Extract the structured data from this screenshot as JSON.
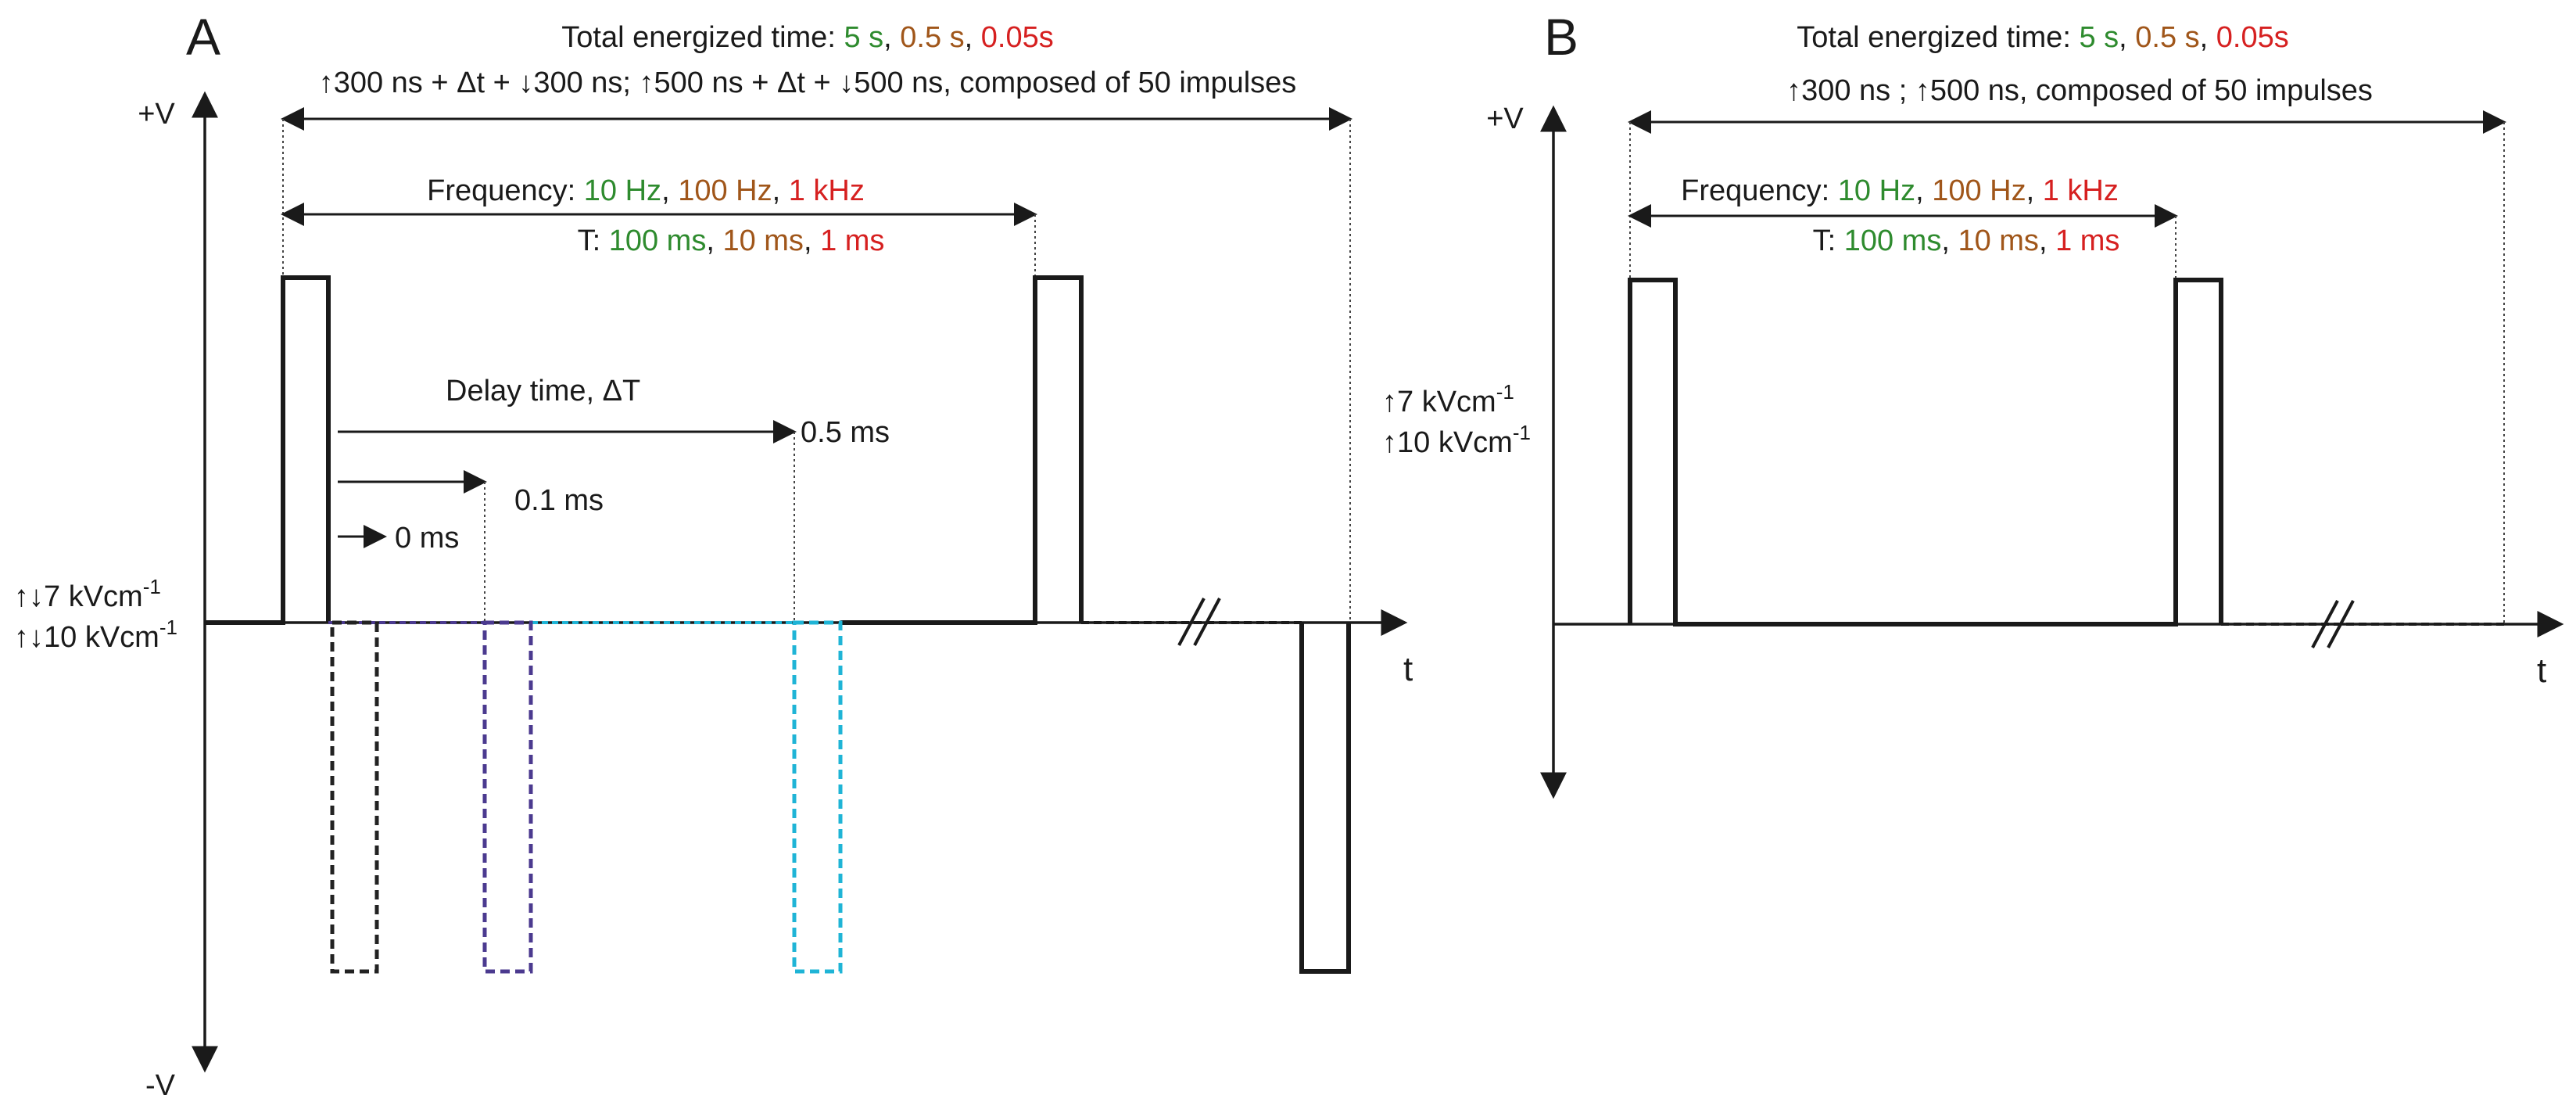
{
  "colors": {
    "text": "#1a1a1a",
    "green": "#2e8b2e",
    "brown": "#a0561a",
    "red": "#d62020",
    "black_dash": "#222222",
    "purple_dash": "#4b3a8f",
    "cyan_dash": "#1fb4d6",
    "dotted": "#444444"
  },
  "panel_a": {
    "letter": "A",
    "total_time": {
      "prefix": "Total energized time: ",
      "v1": "5 s",
      "sep1": ", ",
      "v2": "0.5 s",
      "sep2": ", ",
      "v3": "0.05s"
    },
    "pulse_spec": "↑300 ns + Δt + ↓300 ns; ↑500 ns + Δt + ↓500 ns, composed of 50 impulses",
    "frequency": {
      "prefix": "Frequency: ",
      "v1": "10 Hz",
      "sep1": ", ",
      "v2": "100 Hz",
      "sep2": ", ",
      "v3": "1 kHz"
    },
    "period": {
      "prefix": "T: ",
      "v1": "100 ms",
      "sep1": ", ",
      "v2": "10 ms",
      "sep2": ", ",
      "v3": "1 ms"
    },
    "delay_title": "Delay time, ΔT",
    "delays": [
      "0 ms",
      "0.1 ms",
      "0.5 ms"
    ],
    "y_pos": "+V",
    "y_neg": "-V",
    "x_axis": "t",
    "field_1": "↑↓7 kVcm",
    "field_2": "↑↓10 kVcm",
    "field_sup": "-1"
  },
  "panel_b": {
    "letter": "B",
    "total_time": {
      "prefix": "Total energized time: ",
      "v1": "5 s",
      "sep1": ", ",
      "v2": "0.5 s",
      "sep2": ", ",
      "v3": "0.05s"
    },
    "pulse_spec": "↑300 ns ; ↑500 ns, composed of 50 impulses",
    "frequency": {
      "prefix": "Frequency: ",
      "v1": "10 Hz",
      "sep1": ", ",
      "v2": "100 Hz",
      "sep2": ", ",
      "v3": "1 kHz"
    },
    "period": {
      "prefix": "T: ",
      "v1": "100 ms",
      "sep1": ", ",
      "v2": "10 ms",
      "sep2": ", ",
      "v3": "1 ms"
    },
    "y_pos": "+V",
    "x_axis": "t",
    "field_1": "↑7 kVcm",
    "field_2": "↑10 kVcm",
    "field_sup": "-1"
  }
}
